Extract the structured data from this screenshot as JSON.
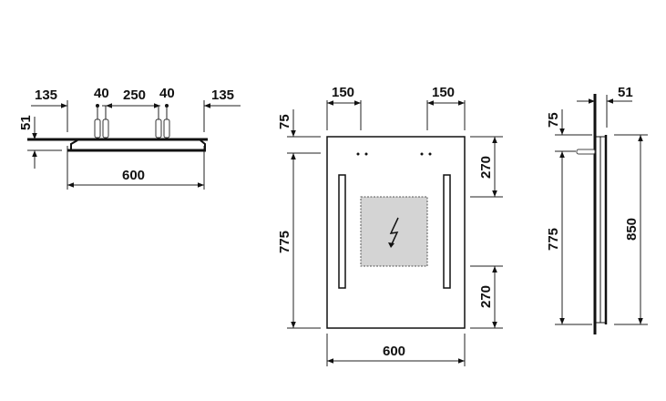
{
  "drawing": {
    "top_view": {
      "dims": {
        "left_offset": "135",
        "anchor_left": "40",
        "anchor_spacing": "250",
        "anchor_right": "40",
        "right_offset": "135",
        "depth": "51",
        "width": "600"
      }
    },
    "front_view": {
      "dims": {
        "top_left": "150",
        "top_right": "150",
        "top_offset": "75",
        "height_left": "775",
        "upper_right": "270",
        "lower_right": "270",
        "width": "600"
      },
      "electrical_zone_color": "#d4d4d4",
      "icon": "lightning-icon"
    },
    "side_view": {
      "dims": {
        "depth": "51",
        "top_offset": "75",
        "height_left": "775",
        "height_right": "850"
      }
    }
  }
}
